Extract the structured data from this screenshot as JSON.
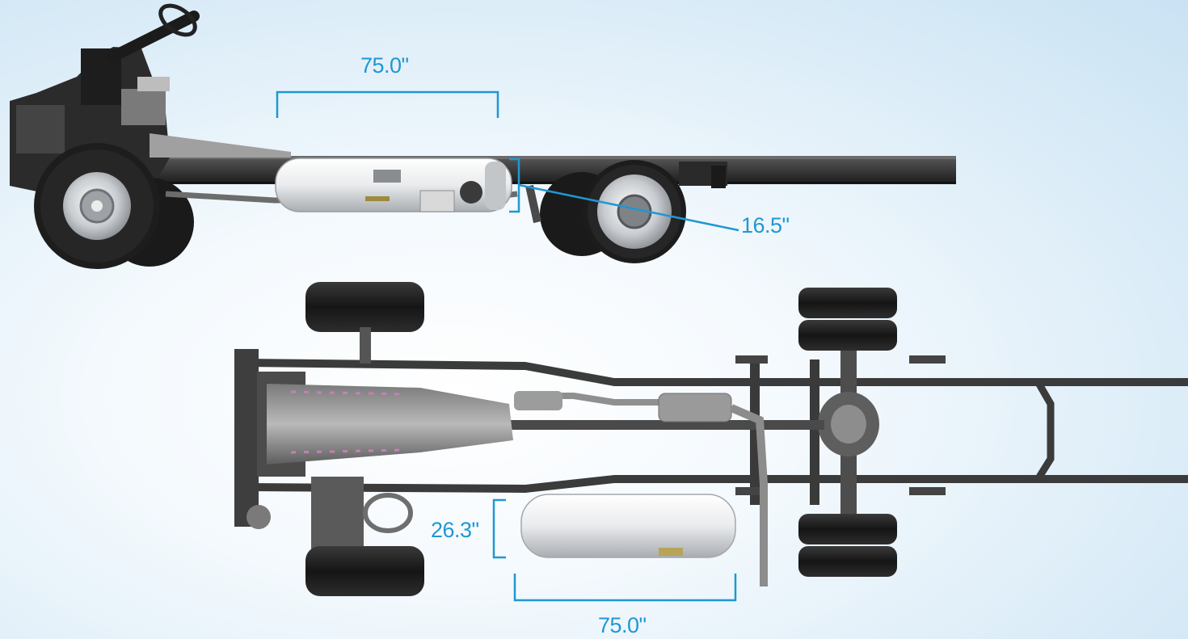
{
  "dimensions": {
    "side_tank_length": "75.0\"",
    "side_tank_height": "16.5\"",
    "bottom_tank_width": "26.3\"",
    "bottom_tank_length": "75.0\""
  },
  "colors": {
    "dimension_line": "#1f97d4",
    "frame": "#2e2e2e",
    "tank": "#e6e8ea",
    "tire": "#1c1c1c"
  }
}
